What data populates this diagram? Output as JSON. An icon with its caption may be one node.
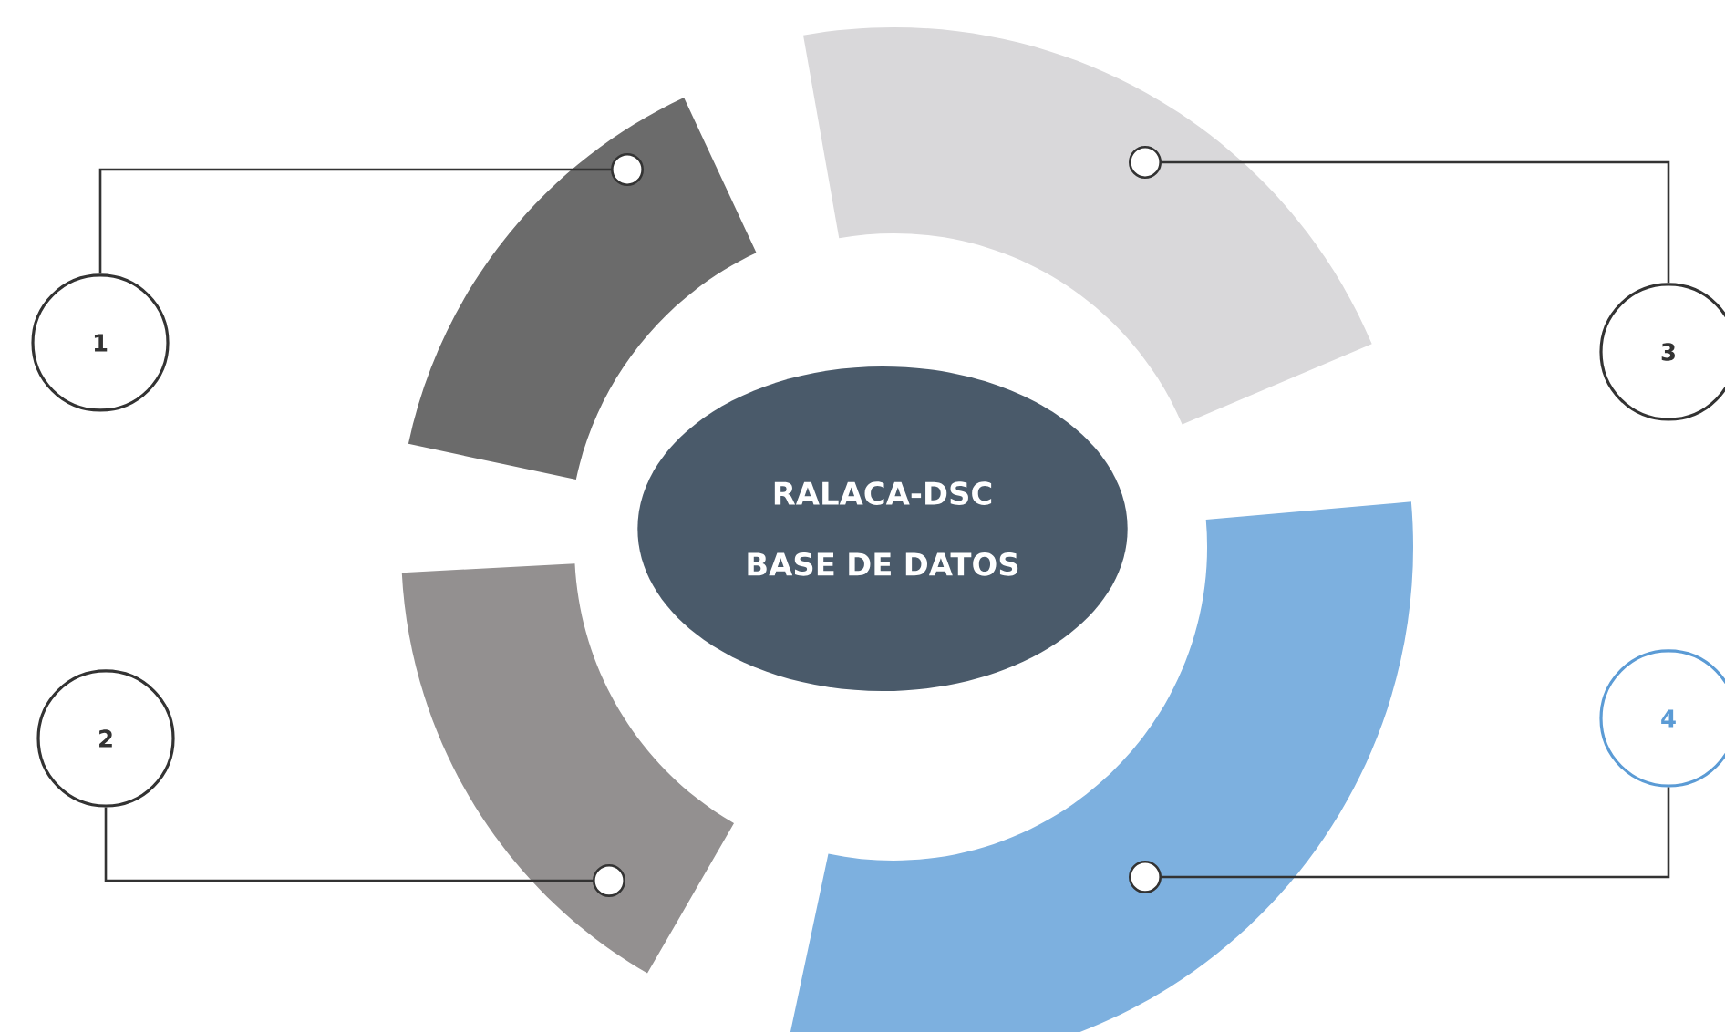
{
  "diagram": {
    "nodes": [
      {
        "text": [],
        "shape": "sector"
      },
      {
        "text": [],
        "shape": "sector"
      },
      {
        "text": [],
        "shape": "sector"
      },
      {
        "text": [],
        "shape": "sector"
      },
      {
        "text": [
          "RALACA-DSC BASE DE DATOS"
        ]
      },
      {
        "text": [
          "1"
        ]
      },
      {
        "text": [
          "2"
        ]
      },
      {
        "text": [
          "3"
        ]
      },
      {
        "text": [
          "4"
        ]
      }
    ],
    "edges": [
      {
        "from": 5,
        "to": 0,
        "arrow": "other"
      },
      {
        "from": 6,
        "to": 2,
        "arrow": "other"
      },
      {
        "from": 7,
        "to": 1,
        "arrow": "other"
      },
      {
        "from": 8,
        "to": 3,
        "arrow": "other"
      }
    ]
  }
}
